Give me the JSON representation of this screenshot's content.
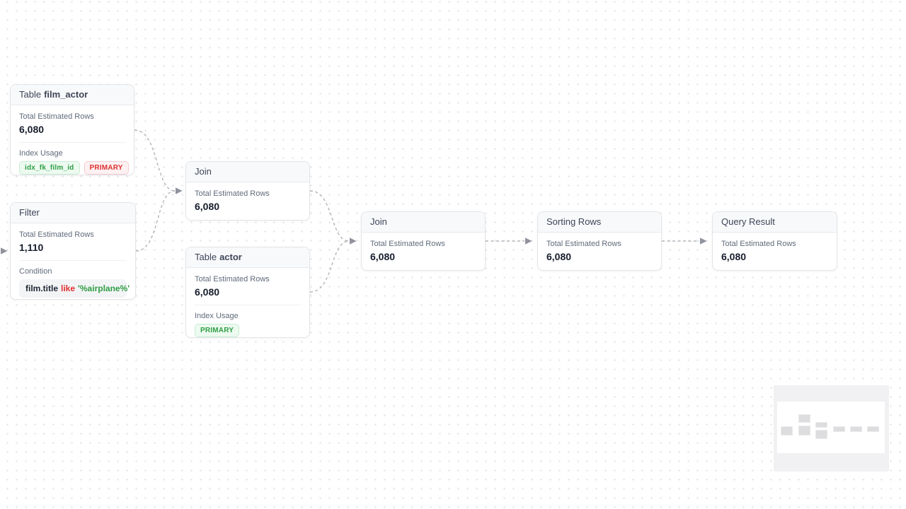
{
  "diagram": {
    "type": "query-plan-flow",
    "rows_label": "Total Estimated Rows"
  },
  "nodes": [
    {
      "id": "table-film_actor",
      "header_prefix": "Table",
      "header_name": "film_actor",
      "rows_label": "Total Estimated Rows",
      "rows_value": "6,080",
      "index_label": "Index Usage",
      "badges": [
        {
          "label": "idx_fk_film_id",
          "variant": "green"
        },
        {
          "label": "PRIMARY",
          "variant": "red"
        }
      ]
    },
    {
      "id": "filter",
      "header_prefix": "Filter",
      "rows_label": "Total Estimated Rows",
      "rows_value": "1,110",
      "condition_label": "Condition",
      "condition": {
        "column": "film.title",
        "operator": "like",
        "value": "'%airplane%'"
      }
    },
    {
      "id": "join-1",
      "header_prefix": "Join",
      "rows_label": "Total Estimated Rows",
      "rows_value": "6,080"
    },
    {
      "id": "table-actor",
      "header_prefix": "Table",
      "header_name": "actor",
      "rows_label": "Total Estimated Rows",
      "rows_value": "6,080",
      "index_label": "Index Usage",
      "badges": [
        {
          "label": "PRIMARY",
          "variant": "green"
        }
      ]
    },
    {
      "id": "join-2",
      "header_prefix": "Join",
      "rows_label": "Total Estimated Rows",
      "rows_value": "6,080"
    },
    {
      "id": "sorting-rows",
      "header_prefix": "Sorting Rows",
      "rows_label": "Total Estimated Rows",
      "rows_value": "6,080"
    },
    {
      "id": "query-result",
      "header_prefix": "Query Result",
      "rows_label": "Total Estimated Rows",
      "rows_value": "6,080"
    }
  ],
  "colors": {
    "badge_green_text": "#2f9e44",
    "badge_red_text": "#e03131",
    "condition_keyword": "#e03131",
    "condition_string": "#2f9e44",
    "edge": "#b3b4bb",
    "header_bg": "#f8f9fb"
  }
}
